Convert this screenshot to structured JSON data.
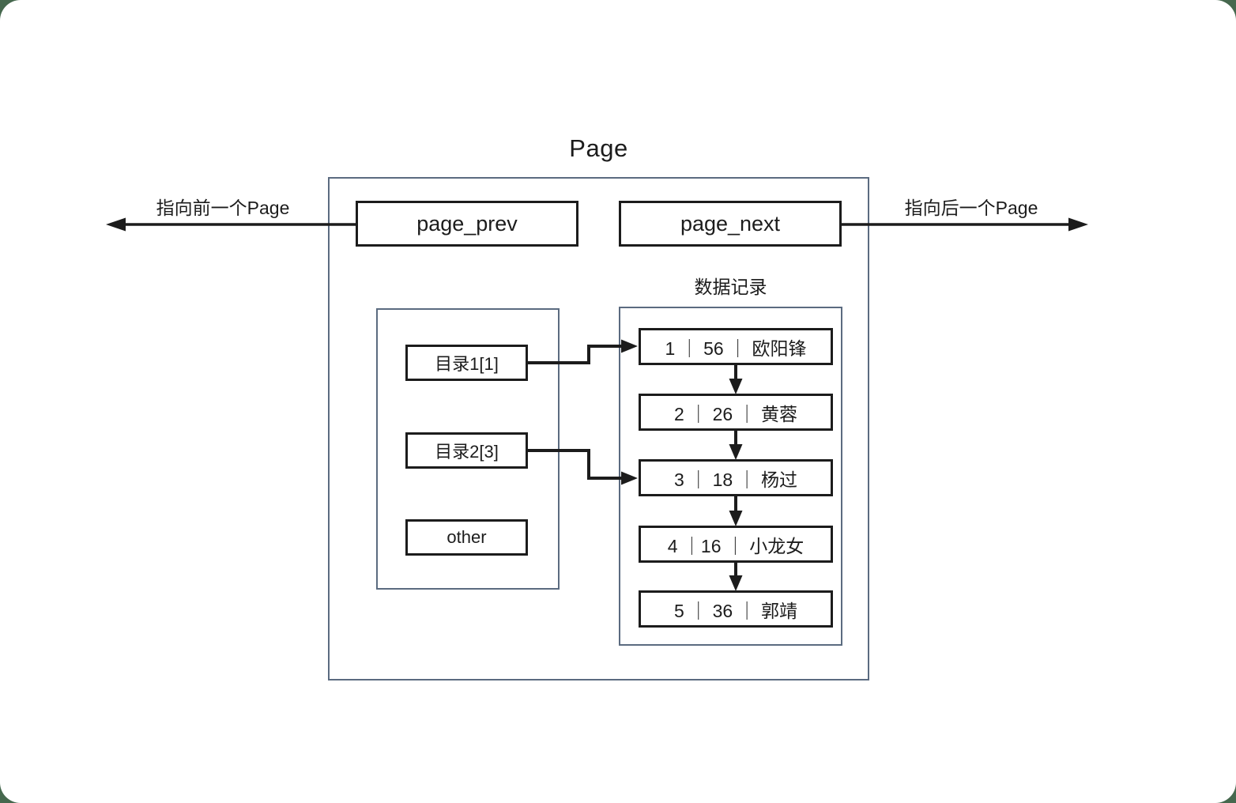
{
  "title": "Page",
  "pointers": {
    "page_prev": "page_prev",
    "page_next": "page_next"
  },
  "annotations": {
    "prev_arrow_label": "指向前一个Page",
    "next_arrow_label": "指向后一个Page",
    "records_label": "数据记录"
  },
  "directory": {
    "entries": [
      {
        "label": "目录1[1]"
      },
      {
        "label": "目录2[3]"
      },
      {
        "label": "other"
      }
    ]
  },
  "records": [
    {
      "text": "1 ｜ 56 ｜ 欧阳锋"
    },
    {
      "text": "2 ｜ 26 ｜ 黄蓉"
    },
    {
      "text": "3 ｜ 18 ｜ 杨过"
    },
    {
      "text": "4 ｜16 ｜ 小龙女"
    },
    {
      "text": "5 ｜ 36 ｜ 郭靖"
    }
  ],
  "colors": {
    "page_background": "#46684e",
    "canvas_background": "#ffffff",
    "container_border": "#5b6b80",
    "box_border": "#1c1c1c",
    "arrow": "#1c1c1c"
  }
}
